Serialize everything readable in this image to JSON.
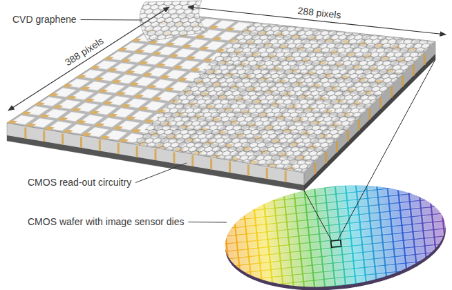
{
  "diagram": {
    "labels": [
      "CVD graphene",
      "388 pixels",
      "288 pixels",
      "CMOS read-out circuitry",
      "CMOS wafer with image sensor dies"
    ]
  }
}
